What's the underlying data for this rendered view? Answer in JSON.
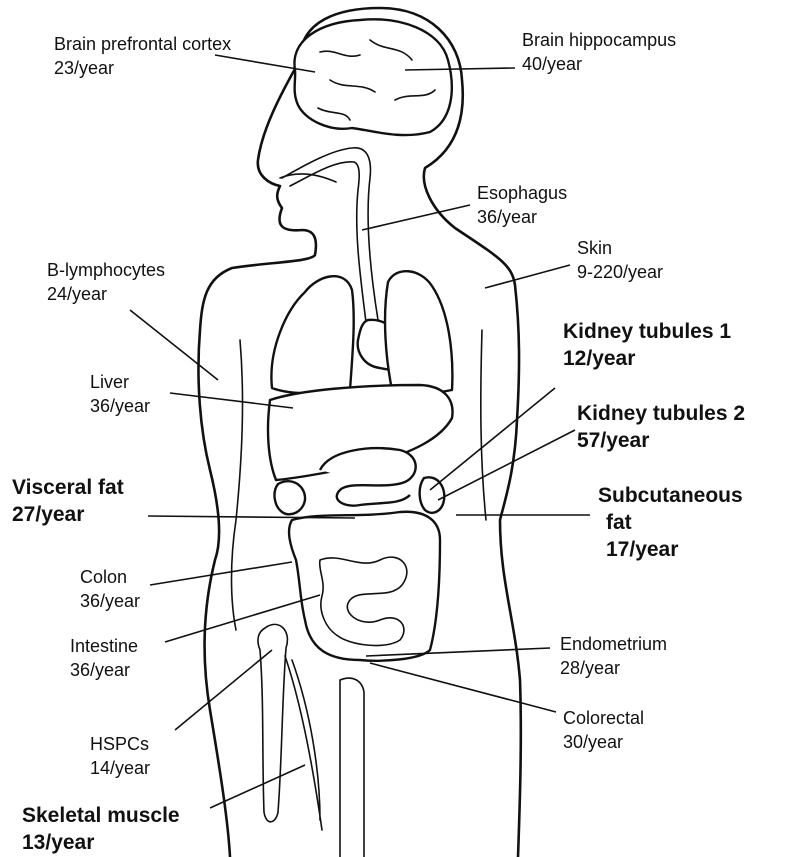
{
  "labels": {
    "brain_prefrontal": {
      "name": "Brain prefrontal cortex",
      "rate": "23/year"
    },
    "brain_hippocampus": {
      "name": "Brain hippocampus",
      "rate": "40/year"
    },
    "esophagus": {
      "name": "Esophagus",
      "rate": "36/year"
    },
    "skin": {
      "name": "Skin",
      "rate": "9-220/year"
    },
    "b_lymphocytes": {
      "name": "B-lymphocytes",
      "rate": "24/year"
    },
    "kidney_tubules_1": {
      "name": "Kidney tubules 1",
      "rate": "12/year"
    },
    "liver": {
      "name": "Liver",
      "rate": "36/year"
    },
    "kidney_tubules_2": {
      "name": "Kidney tubules 2",
      "rate": "57/year"
    },
    "visceral_fat": {
      "name": "Visceral fat",
      "rate": "27/year"
    },
    "subcutaneous_fat": {
      "name_line1": "Subcutaneous",
      "name_line2": "fat",
      "rate": "17/year"
    },
    "colon": {
      "name": "Colon",
      "rate": "36/year"
    },
    "intestine": {
      "name": "Intestine",
      "rate": "36/year"
    },
    "endometrium": {
      "name": "Endometrium",
      "rate": "28/year"
    },
    "colorectal": {
      "name": "Colorectal",
      "rate": "30/year"
    },
    "hspcs": {
      "name": "HSPCs",
      "rate": "14/year"
    },
    "skeletal_muscle": {
      "name": "Skeletal muscle",
      "rate": "13/year"
    }
  }
}
